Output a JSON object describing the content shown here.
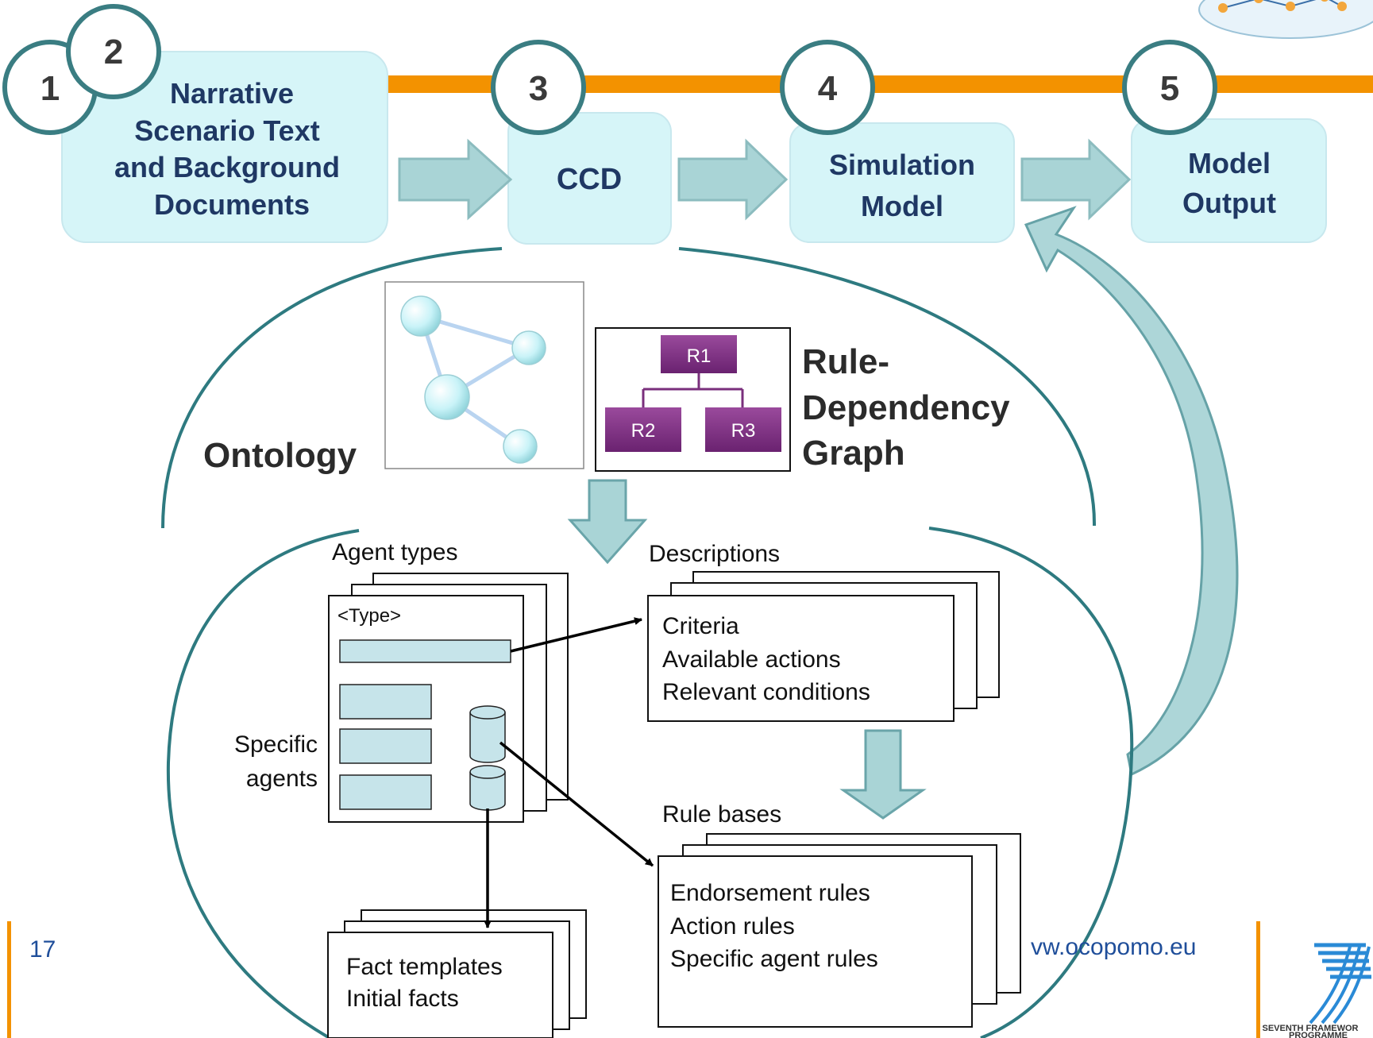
{
  "steps": [
    {
      "number": "1"
    },
    {
      "number": "2"
    },
    {
      "number": "3"
    },
    {
      "number": "4"
    },
    {
      "number": "5"
    }
  ],
  "boxes": {
    "narrative": [
      "Narrative",
      "Scenario Text",
      "and Background",
      "Documents"
    ],
    "ccd": [
      "CCD"
    ],
    "simulation": [
      "Simulation",
      "Model"
    ],
    "output": [
      "Model",
      "Output"
    ]
  },
  "labels": {
    "ontology": "Ontology",
    "rule_graph": [
      "Rule-",
      "Dependency",
      "Graph"
    ]
  },
  "rule_nodes": {
    "r1": "R1",
    "r2": "R2",
    "r3": "R3"
  },
  "ccd_diagram": {
    "agent_types": "Agent types",
    "type_tag": "<Type>",
    "specific_agents": [
      "Specific",
      "agents"
    ],
    "descriptions": "Descriptions",
    "description_items": [
      "Criteria",
      "Available actions",
      "Relevant conditions"
    ],
    "rule_bases": "Rule bases",
    "rule_base_items": [
      "Endorsement rules",
      "Action rules",
      "Specific agent rules"
    ],
    "fact_items": [
      "Fact templates",
      "Initial facts"
    ]
  },
  "footer": {
    "page_number": "17",
    "website": "vw.ocopomo.eu",
    "logo_caption": [
      "SEVENTH FRAMEWOR",
      "PROGRAMME"
    ]
  },
  "colors": {
    "bar": "#f39200",
    "box_fill": "#d6f5f8",
    "circle_ring": "#3a7d82",
    "arrow_fill": "#a9d4d6",
    "arc": "#2e7a80",
    "rule_node": "#7a2f7c",
    "ccd_box": "#c6e4ea",
    "link_blue": "#1f4e9a"
  }
}
